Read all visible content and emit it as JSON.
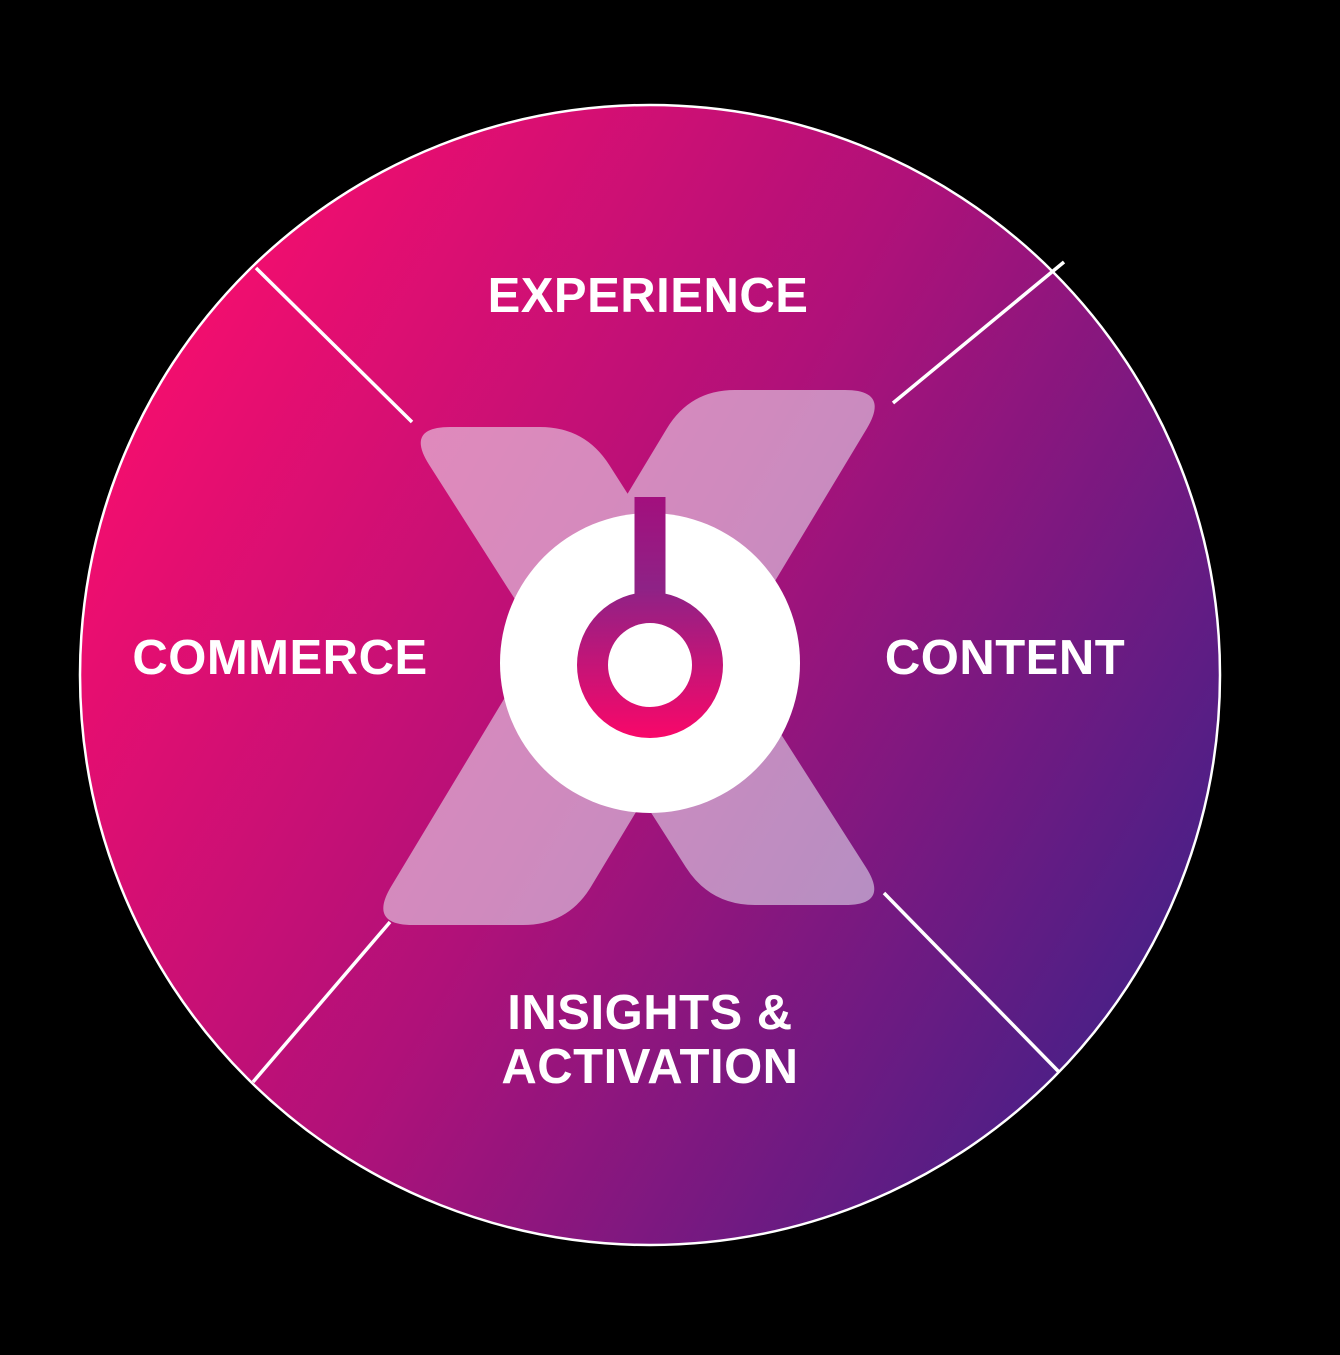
{
  "wheel": {
    "title": "brand service wheel",
    "quadrants": [
      {
        "id": "top",
        "label": "EXPERIENCE"
      },
      {
        "id": "right",
        "label": "CONTENT"
      },
      {
        "id": "bottom",
        "label": "INSIGHTS & ACTIVATION"
      },
      {
        "id": "left",
        "label": "COMMERCE"
      }
    ],
    "icons": {
      "x_shape": "x-shape-icon",
      "center_logo": "target-ring-logo-icon"
    },
    "colors": {
      "background": "#000000",
      "gradient_start": "#FF0D6C",
      "gradient_mid": "#B01179",
      "gradient_end": "#3A2289",
      "logo_gradient_top": "#A30F7D",
      "logo_gradient_mid": "#8E2286",
      "logo_gradient_bottom": "#FA0769",
      "divider_line": "#FFFFFF",
      "circle_rim": "#FFFFFF",
      "x_overlay": "#EBF2FA",
      "logo_disc": "#FFFFFF",
      "label_text": "#FFFFFF"
    }
  }
}
